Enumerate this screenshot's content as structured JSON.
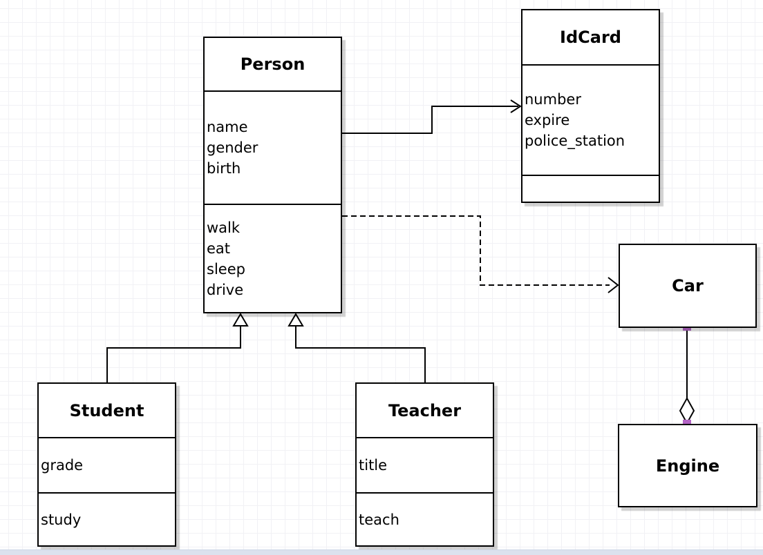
{
  "diagram": {
    "kind": "uml-class-diagram",
    "classes": {
      "person": {
        "title": "Person",
        "attributes": [
          "name",
          "gender",
          "birth"
        ],
        "methods": [
          "walk",
          "eat",
          "sleep",
          "drive"
        ]
      },
      "idcard": {
        "title": "IdCard",
        "attributes": [
          "number",
          "expire",
          "police_station"
        ],
        "methods": []
      },
      "student": {
        "title": "Student",
        "attributes": [
          "grade"
        ],
        "methods": [
          "study"
        ]
      },
      "teacher": {
        "title": "Teacher",
        "attributes": [
          "title"
        ],
        "methods": [
          "teach"
        ]
      },
      "car": {
        "title": "Car"
      },
      "engine": {
        "title": "Engine"
      }
    },
    "relationships": [
      {
        "from": "Person",
        "to": "IdCard",
        "type": "association",
        "line": "solid",
        "arrow": "open"
      },
      {
        "from": "Person",
        "to": "Car",
        "type": "dependency",
        "line": "dashed",
        "arrow": "open"
      },
      {
        "from": "Student",
        "to": "Person",
        "type": "generalization",
        "line": "solid",
        "arrow": "hollow-triangle"
      },
      {
        "from": "Teacher",
        "to": "Person",
        "type": "generalization",
        "line": "solid",
        "arrow": "hollow-triangle"
      },
      {
        "from": "Car",
        "to": "Engine",
        "type": "aggregation",
        "line": "solid",
        "arrow": "hollow-diamond"
      }
    ],
    "colors": {
      "stroke": "#000000",
      "box_fill": "#ffffff",
      "connection_point": "#b364c5",
      "grid_line": "#f1f1f5",
      "bottom_strip": "#dce2ee"
    }
  }
}
